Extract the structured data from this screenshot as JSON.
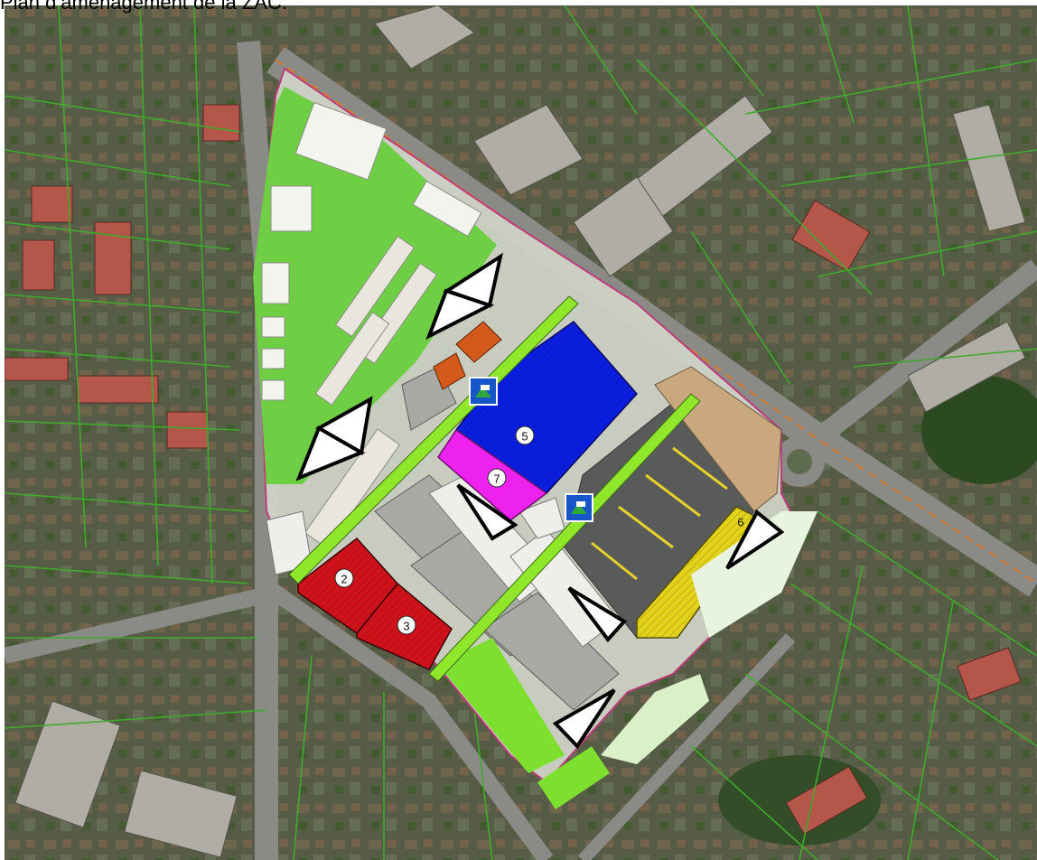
{
  "title": "Plan d’aménagement de la ZAC.",
  "map": {
    "lot_labels": [
      "2",
      "3",
      "5",
      "6",
      "7"
    ],
    "colors": {
      "lot_red": "#d0121b",
      "lot_blue": "#0a1ee0",
      "lot_magenta": "#ee22ee",
      "lot_yellow": "#e2d21a",
      "lot_orange": "#d35a1a",
      "green_strip": "#8fe62a",
      "green_space": "#7ee02e",
      "parcel_lines": "#3faa2c",
      "arrow_fill": "#ffffff",
      "arrow_stroke": "#000000"
    },
    "icons": [
      "info-panel-icon",
      "info-panel-icon"
    ]
  }
}
